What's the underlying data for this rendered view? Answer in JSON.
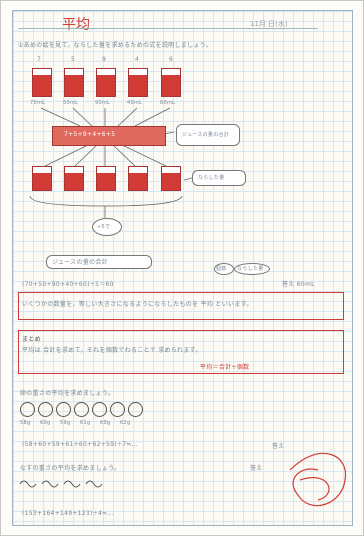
{
  "header": {
    "title": "平均",
    "date": "11月 日(水)"
  },
  "section1": {
    "instruction": "①あめの絵を見て，ならした量を求めるための式を説明しましょう。",
    "cup_labels": [
      "7",
      "5",
      "9",
      "4",
      "6"
    ],
    "cup_values": [
      "70mL",
      "50mL",
      "90mL",
      "40mL",
      "60mL"
    ],
    "sum_expression": "7+5+9+4+6+5",
    "note_sum": "ジュースの量の合計",
    "note_level": "ならした量",
    "divide_label": "÷5で"
  },
  "section2": {
    "label": "ジュースの量の合計",
    "tag_a": "個数",
    "tag_b": "ならした量",
    "expression": "(70+50+90+40+60)÷5＝60",
    "answer": "答え 60mL"
  },
  "section3": {
    "text": "いくつかの数量を，等しい大きさになるようにならしたものを 平均 といいます。"
  },
  "summary": {
    "heading": "まとめ",
    "line1": "平均は 合計を求めて，それを個数でわることで 求められます。",
    "line2": "平均＝合計÷個数"
  },
  "practice1": {
    "question": "卵の重さの平均を求めましょう。",
    "weights": [
      "58g",
      "60g",
      "59g",
      "61g",
      "60g",
      "62g"
    ],
    "expression": "(58+60+59+61+60+62+59)÷7≒…",
    "answer": "答え"
  },
  "practice2": {
    "question": "なすの重さの平均を求めましょう。",
    "expression": "(153+164+149+123)÷4≒…",
    "answer": "答え"
  },
  "colors": {
    "red": "#d23b35",
    "grid": "#d8e6f2"
  }
}
